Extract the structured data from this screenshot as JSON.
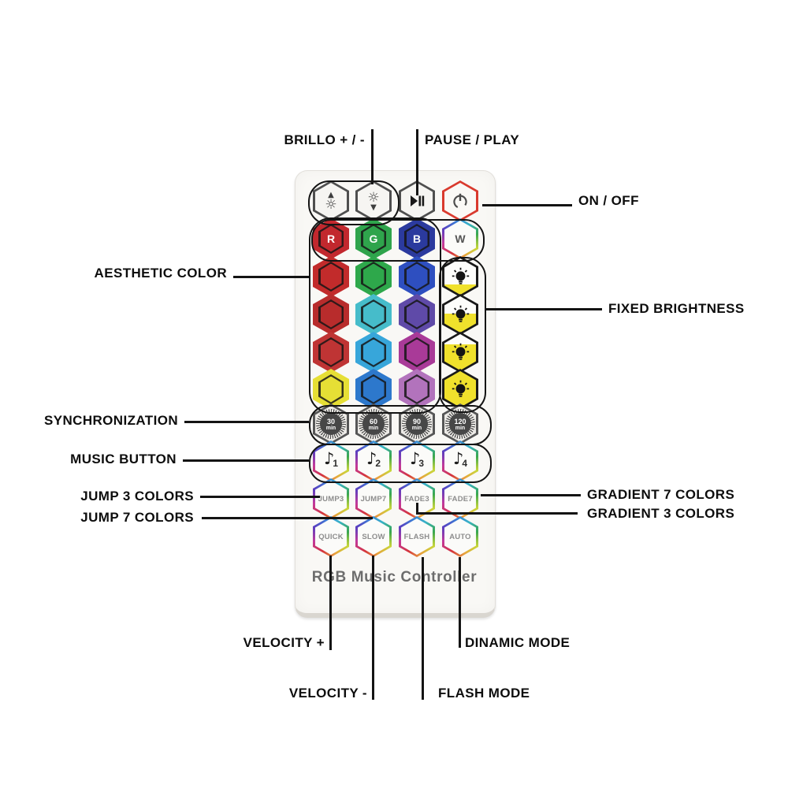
{
  "callouts": {
    "brillo": "BRILLO + / -",
    "pause_play": "PAUSE / PLAY",
    "on_off": "ON / OFF",
    "aesthetic": "AESTHETIC COLOR",
    "fixed_brightness": "FIXED BRIGHTNESS",
    "synchronization": "SYNCHRONIZATION",
    "music_button": "MUSIC BUTTON",
    "jump3": "JUMP 3 COLORS",
    "jump7": "JUMP 7 COLORS",
    "gradient7": "GRADIENT 7 COLORS",
    "gradient3": "GRADIENT 3 COLORS",
    "velocity_plus": "VELOCITY +",
    "velocity_minus": "VELOCITY -",
    "flash_mode": "FLASH MODE",
    "dinamic_mode": "DINAMIC MODE"
  },
  "icons": {
    "chevron_up": "▲",
    "chevron_down": "▼",
    "sun": "☼",
    "music_note": "♪"
  },
  "colors": {
    "power_outline": "#d93a2e",
    "bulb_yellow": "#f0e12c",
    "line_black": "#141414"
  },
  "remote": {
    "brand_text": "RGB Music Controller",
    "rgbw_row": [
      {
        "label": "R",
        "color": "#c2282e"
      },
      {
        "label": "G",
        "color": "#2fa44c"
      },
      {
        "label": "B",
        "color": "#2b3a9e"
      },
      {
        "label": "W",
        "color": "#ffffff"
      }
    ],
    "color_grid": [
      [
        {
          "color": "#c22b2b"
        },
        {
          "color": "#2ea84b"
        },
        {
          "color": "#2e4fc0"
        }
      ],
      [
        {
          "color": "#b82c2c"
        },
        {
          "color": "#46bcca"
        },
        {
          "color": "#5f4aa8"
        }
      ],
      [
        {
          "color": "#bf3434"
        },
        {
          "color": "#37a6da"
        },
        {
          "color": "#a93a98"
        }
      ],
      [
        {
          "color": "#e6df35"
        },
        {
          "color": "#2d78cc"
        },
        {
          "color": "#b273bc"
        }
      ]
    ],
    "brightness_levels": [
      {
        "fill": "28%"
      },
      {
        "fill": "52%"
      },
      {
        "fill": "72%"
      },
      {
        "fill": "100%"
      }
    ],
    "sync_buttons": [
      {
        "value": "30",
        "unit": "min"
      },
      {
        "value": "60",
        "unit": "min"
      },
      {
        "value": "90",
        "unit": "min"
      },
      {
        "value": "120",
        "unit": "min"
      }
    ],
    "music_buttons": [
      {
        "num": "1"
      },
      {
        "num": "2"
      },
      {
        "num": "3"
      },
      {
        "num": "4"
      }
    ],
    "mode_buttons_row1": [
      {
        "label": "JUMP3"
      },
      {
        "label": "JUMP7"
      },
      {
        "label": "FADE3"
      },
      {
        "label": "FADE7"
      }
    ],
    "mode_buttons_row2": [
      {
        "label": "QUICK"
      },
      {
        "label": "SLOW"
      },
      {
        "label": "FLASH"
      },
      {
        "label": "AUTO"
      }
    ]
  }
}
